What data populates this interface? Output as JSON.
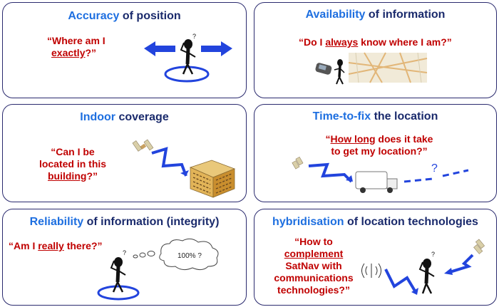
{
  "panels": {
    "accuracy": {
      "title_highlight": "Accuracy",
      "title_rest": " of position",
      "quote_line1": "“Where am I",
      "quote_line2_u": "exactly",
      "quote_line2_end": "?”"
    },
    "availability": {
      "title_highlight": "Availability",
      "title_rest": " of information",
      "quote_start": "“Do I ",
      "quote_u": "always",
      "quote_end": " know where I am?”"
    },
    "indoor": {
      "title_highlight": "Indoor",
      "title_rest": " coverage",
      "quote_line1": "“Can I be",
      "quote_line2": "located in this",
      "quote_line3_u": "building",
      "quote_line3_end": "?”"
    },
    "ttf": {
      "title_highlight": "Time-to-fix",
      "title_rest": " the location",
      "quote_line1_start": "“",
      "quote_line1_u": "How long",
      "quote_line1_end": " does it take",
      "quote_line2": "to get my location?”",
      "question_mark": "?"
    },
    "reliability": {
      "title_highlight": "Reliability",
      "title_rest": " of information (integrity)",
      "quote_start": "“Am I ",
      "quote_u": "really",
      "quote_end": " there?”",
      "bubble_text": "100% ?"
    },
    "hybrid": {
      "title_highlight": "hybridisation",
      "title_rest": " of location technologies",
      "quote_line1": "“How to",
      "quote_line2_u": "complement",
      "quote_line3": "SatNav with",
      "quote_line4": "communications",
      "quote_line5": "technologies?”"
    }
  },
  "colors": {
    "border": "#2a2a6e",
    "title": "#1a2a6c",
    "title_highlight": "#1e6fe0",
    "quote": "#c00000",
    "arrow": "#2244dd"
  }
}
